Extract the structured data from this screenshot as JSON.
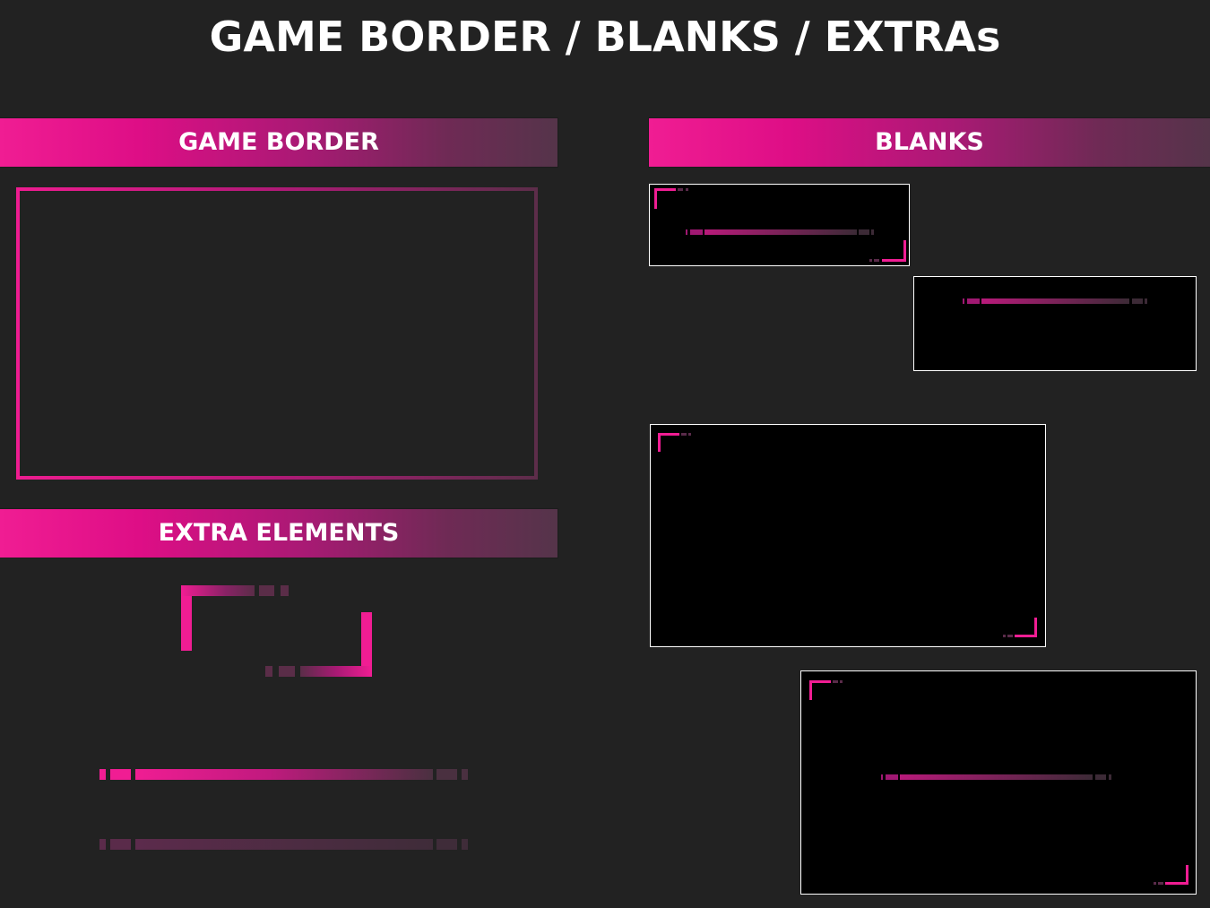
{
  "title": "GAME BORDER / BLANKS / EXTRAs",
  "sections": {
    "game_border": "GAME BORDER",
    "blanks": "BLANKS",
    "extra_elements": "EXTRA ELEMENTS"
  },
  "colors": {
    "background": "#222222",
    "accent_pink": "#f01d93",
    "accent_dark": "#55344a",
    "blank_fill": "#000000",
    "blank_outline": "#ffffff"
  }
}
